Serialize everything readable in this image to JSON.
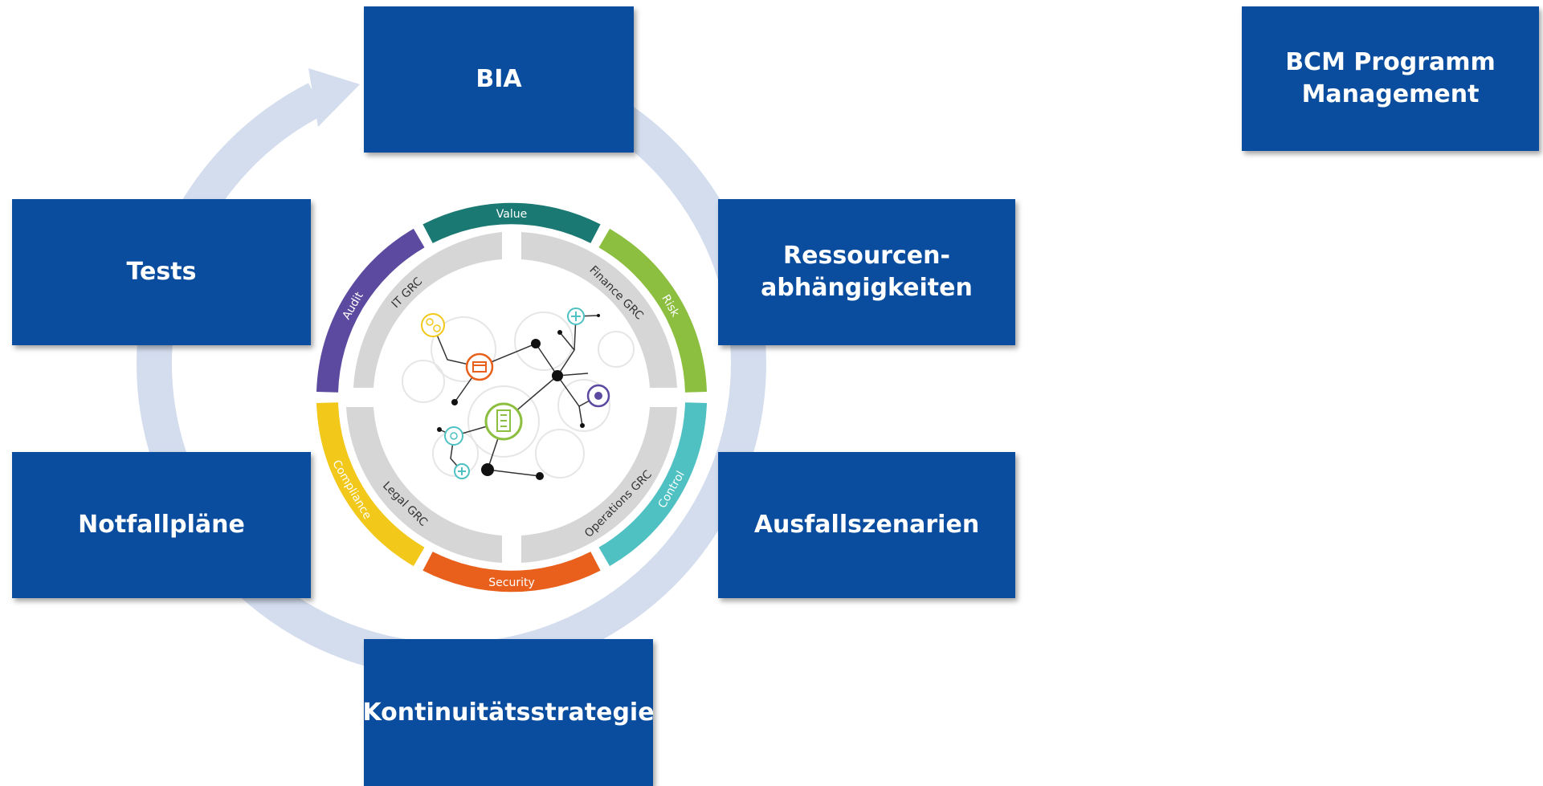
{
  "steps": {
    "bia": "BIA",
    "tests": "Tests",
    "ressourcen_line1": "Ressourcen-",
    "ressourcen_line2": "abhängigkeiten",
    "notfallplaene": "Notfallpläne",
    "ausfallszenarien": "Ausfallszenarien",
    "kontinuitaetsstrategie": "Kontinuitätsstrategie"
  },
  "side": {
    "bcm_line1": "BCM Programm",
    "bcm_line2": "Management"
  },
  "wheel": {
    "outer_segments": {
      "value": "Value",
      "risk": "Risk",
      "control": "Control",
      "security": "Security",
      "compliance": "Compliance",
      "audit": "Audit"
    },
    "inner_segments": {
      "it_grc": "IT GRC",
      "finance_grc": "Finance GRC",
      "operations_grc": "Operations GRC",
      "legal_grc": "Legal GRC"
    }
  },
  "colors": {
    "box": "#0a4d9f",
    "cycle_arrow": "#d3ddee",
    "value": "#1a7a73",
    "risk": "#8cbf3f",
    "control": "#4fc1c2",
    "security": "#e8601c",
    "compliance": "#f2c81a",
    "audit": "#5b4aa0",
    "inner_ring": "#d6d6d6"
  }
}
